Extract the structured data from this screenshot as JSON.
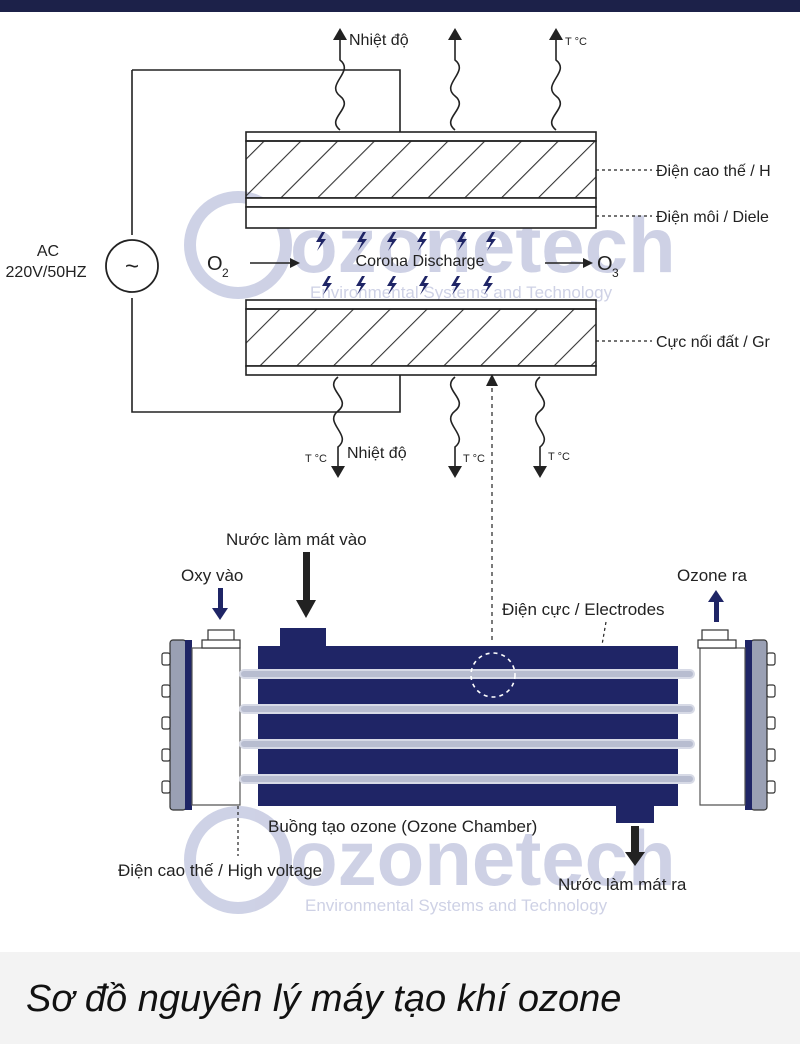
{
  "colors": {
    "navy": "#1f2566",
    "ink": "#222222",
    "watermark": "#c9cde3"
  },
  "watermark": {
    "brand": "ozonetech",
    "tagline": "Environmental Systems and Technology"
  },
  "top_diagram": {
    "heat_labels": [
      "Nhiệt độ",
      "T °C"
    ],
    "bottom_heat_labels": [
      "T °C",
      "Nhiệt độ",
      "T °C",
      "T °C"
    ],
    "power": {
      "label": "AC",
      "spec": "220V/50HZ",
      "symbol": "~"
    },
    "inlet": {
      "main": "O",
      "sub": "2"
    },
    "outlet": {
      "main": "O",
      "sub": "3"
    },
    "discharge_label": "Corona Discharge",
    "callouts": [
      "Điện cao thế / H",
      "Điện môi / Diele",
      "Cực nối đất / Gr"
    ]
  },
  "bottom_diagram": {
    "cooling_in": "Nước làm mát vào",
    "oxygen_in": "Oxy vào",
    "ozone_out": "Ozone ra",
    "electrodes": "Điện cực / Electrodes",
    "chamber": "Buồng tạo ozone (Ozone Chamber)",
    "high_voltage": "Điện cao thế / High voltage",
    "cooling_out": "Nước làm mát ra"
  },
  "caption": "Sơ đồ nguyên lý máy tạo khí ozone"
}
